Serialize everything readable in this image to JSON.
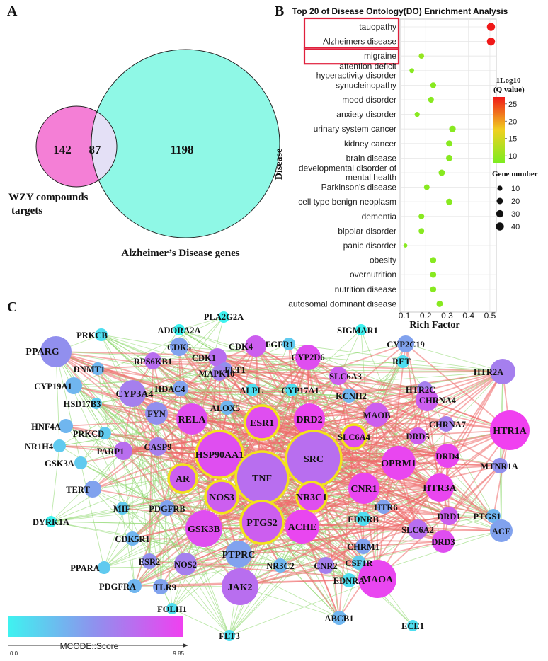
{
  "panel_labels": {
    "a": "A",
    "b": "B",
    "c": "C"
  },
  "venn": {
    "left_only": "142",
    "overlap": "87",
    "right_only": "1198",
    "left_label_line1": "WZY compounds",
    "left_label_line2": "targets",
    "right_label": "Alzheimer’s Disease genes",
    "colors": {
      "left": "#f47fd6",
      "overlap": "#e4e0f6",
      "right": "#8ff8e6"
    }
  },
  "chart_data": {
    "type": "scatter",
    "title": "Top 20 of Disease Ontology(DO) Enrichment Analysis",
    "xlabel": "Rich Factor",
    "ylabel": "Disease",
    "xlim": [
      0.08,
      0.53
    ],
    "xticks": [
      "0.1",
      "0.2",
      "0.3",
      "0.4",
      "0.5"
    ],
    "categories": [
      "tauopathy",
      "Alzheimers disease",
      "migraine",
      "attention deficit\nhyperactivity disorder",
      "synucleinopathy",
      "mood disorder",
      "anxiety disorder",
      "urinary system cancer",
      "kidney cancer",
      "brain disease",
      "developmental disorder of\nmental health",
      "Parkinson's disease",
      "cell type benign neoplasm",
      "dementia",
      "bipolar disorder",
      "panic disorder",
      "obesity",
      "overnutrition",
      "nutrition disease",
      "autosomal dominant disease"
    ],
    "highlighted": [
      "tauopathy",
      "Alzheimers disease",
      "migraine"
    ],
    "points": [
      {
        "x": 0.505,
        "q": 27,
        "genes": 40
      },
      {
        "x": 0.505,
        "q": 27,
        "genes": 40
      },
      {
        "x": 0.18,
        "q": 10,
        "genes": 12
      },
      {
        "x": 0.135,
        "q": 9,
        "genes": 8
      },
      {
        "x": 0.235,
        "q": 9,
        "genes": 16
      },
      {
        "x": 0.225,
        "q": 9,
        "genes": 15
      },
      {
        "x": 0.16,
        "q": 9,
        "genes": 10
      },
      {
        "x": 0.325,
        "q": 9,
        "genes": 22
      },
      {
        "x": 0.31,
        "q": 9,
        "genes": 20
      },
      {
        "x": 0.31,
        "q": 9,
        "genes": 20
      },
      {
        "x": 0.275,
        "q": 9,
        "genes": 20
      },
      {
        "x": 0.205,
        "q": 9,
        "genes": 14
      },
      {
        "x": 0.31,
        "q": 9,
        "genes": 20
      },
      {
        "x": 0.18,
        "q": 9,
        "genes": 14
      },
      {
        "x": 0.18,
        "q": 9,
        "genes": 14
      },
      {
        "x": 0.105,
        "q": 9,
        "genes": 4
      },
      {
        "x": 0.235,
        "q": 9,
        "genes": 18
      },
      {
        "x": 0.235,
        "q": 9,
        "genes": 18
      },
      {
        "x": 0.235,
        "q": 9,
        "genes": 18
      },
      {
        "x": 0.265,
        "q": 9,
        "genes": 20
      }
    ],
    "color_legend": {
      "title_line1": "-1Log10",
      "title_line2": "(Q value)",
      "ticks": [
        "25",
        "20",
        "15",
        "10"
      ],
      "values": [
        25,
        20,
        15,
        10
      ],
      "range": [
        8,
        27
      ],
      "low_color": "#7cec20",
      "high_color": "#f01818"
    },
    "size_legend": {
      "title": "Gene number",
      "values": [
        10,
        20,
        30,
        40
      ],
      "labels": [
        "10",
        "20",
        "30",
        "40"
      ]
    },
    "grid": true,
    "colors": {
      "highlight_box": "#e0203c",
      "panel_bg": "#ffffff"
    }
  },
  "network": {
    "colorbar_label": "MCODE::Score",
    "colorbar_min": "0.0",
    "colorbar_max": "9.85",
    "colorbar_colors": [
      "#3ff2f0",
      "#9090ee",
      "#f040f0"
    ],
    "edge_colors": {
      "strong": "#ee6a6a",
      "weak": "#8fd86f"
    },
    "core_ring_color": "#f2e21c",
    "nodes": [
      {
        "name": "PLA2G2A",
        "score": 0,
        "size": 8
      },
      {
        "name": "ADORA2A",
        "score": 0,
        "size": 8
      },
      {
        "name": "PRKCB",
        "score": 1,
        "size": 9
      },
      {
        "name": "SIGMAR1",
        "score": 0,
        "size": 8
      },
      {
        "name": "CDK5",
        "score": 4,
        "size": 13
      },
      {
        "name": "FGFR1",
        "score": 2,
        "size": 9
      },
      {
        "name": "CYP2C19",
        "score": 4,
        "size": 12
      },
      {
        "name": "PPARG",
        "score": 5,
        "size": 22
      },
      {
        "name": "CDK4",
        "score": 8,
        "size": 15
      },
      {
        "name": "CYP2D6",
        "score": 9,
        "size": 18
      },
      {
        "name": "RPS6KB1",
        "score": 7,
        "size": 12
      },
      {
        "name": "CDK1",
        "score": 7,
        "size": 13
      },
      {
        "name": "RET",
        "score": 1,
        "size": 9
      },
      {
        "name": "DNMT1",
        "score": 3,
        "size": 9
      },
      {
        "name": "FLT1",
        "score": 5,
        "size": 10
      },
      {
        "name": "MAPK10",
        "score": 6,
        "size": 11
      },
      {
        "name": "SLC6A3",
        "score": 8,
        "size": 13
      },
      {
        "name": "HTR2A",
        "score": 6,
        "size": 18
      },
      {
        "name": "CYP19A1",
        "score": 3,
        "size": 12
      },
      {
        "name": "CYP3A4",
        "score": 6,
        "size": 19
      },
      {
        "name": "HDAC4",
        "score": 4,
        "size": 11
      },
      {
        "name": "ALPL",
        "score": 1,
        "size": 9
      },
      {
        "name": "CYP17A1",
        "score": 1,
        "size": 9
      },
      {
        "name": "HTR2C",
        "score": 6,
        "size": 11
      },
      {
        "name": "FYN",
        "score": 5,
        "size": 16
      },
      {
        "name": "KCNH2",
        "score": 3,
        "size": 10
      },
      {
        "name": "CHRNA4",
        "score": 8,
        "size": 16
      },
      {
        "name": "HSD17B3",
        "score": 2,
        "size": 8
      },
      {
        "name": "ALOX5",
        "score": 3,
        "size": 10
      },
      {
        "name": "RELA",
        "score": 9,
        "size": 22
      },
      {
        "name": "ESR1",
        "score": 9,
        "size": 24,
        "core": true
      },
      {
        "name": "DRD2",
        "score": 9.5,
        "size": 22
      },
      {
        "name": "MAOB",
        "score": 8,
        "size": 17
      },
      {
        "name": "HNF4A",
        "score": 3,
        "size": 10
      },
      {
        "name": "PRKCD",
        "score": 2,
        "size": 9
      },
      {
        "name": "CHRNA7",
        "score": 6,
        "size": 11
      },
      {
        "name": "NR1H4",
        "score": 2,
        "size": 9
      },
      {
        "name": "CASP9",
        "score": 6,
        "size": 13
      },
      {
        "name": "HSP90AA1",
        "score": 9,
        "size": 33,
        "core": true
      },
      {
        "name": "SLC6A4",
        "score": 9,
        "size": 17,
        "core": true
      },
      {
        "name": "DRD5",
        "score": 8,
        "size": 12
      },
      {
        "name": "HTR1A",
        "score": 9.85,
        "size": 28
      },
      {
        "name": "PARP1",
        "score": 7,
        "size": 13
      },
      {
        "name": "GSK3A",
        "score": 2,
        "size": 9
      },
      {
        "name": "SRC",
        "score": 7,
        "size": 39,
        "core": true
      },
      {
        "name": "DRD4",
        "score": 9.5,
        "size": 17
      },
      {
        "name": "OPRM1",
        "score": 9.5,
        "size": 24
      },
      {
        "name": "MTNR1A",
        "score": 5,
        "size": 11
      },
      {
        "name": "AR",
        "score": 8,
        "size": 20,
        "core": true
      },
      {
        "name": "TNF",
        "score": 7,
        "size": 37,
        "core": true
      },
      {
        "name": "TERT",
        "score": 4,
        "size": 12
      },
      {
        "name": "NOS3",
        "score": 8,
        "size": 23,
        "core": true
      },
      {
        "name": "NR3C1",
        "score": 9,
        "size": 21,
        "core": true
      },
      {
        "name": "CNR1",
        "score": 9.5,
        "size": 22
      },
      {
        "name": "HTR3A",
        "score": 9.5,
        "size": 20
      },
      {
        "name": "MIF",
        "score": 2,
        "size": 9
      },
      {
        "name": "PDGFRB",
        "score": 4,
        "size": 11
      },
      {
        "name": "DYRK1A",
        "score": 0,
        "size": 8
      },
      {
        "name": "HTR6",
        "score": 4,
        "size": 10
      },
      {
        "name": "DRD1",
        "score": 8,
        "size": 13
      },
      {
        "name": "PTGS1",
        "score": 3,
        "size": 10
      },
      {
        "name": "PTGS2",
        "score": 8,
        "size": 30,
        "core": true
      },
      {
        "name": "EDNRB",
        "score": 1,
        "size": 10
      },
      {
        "name": "GSK3B",
        "score": 9,
        "size": 26
      },
      {
        "name": "ACHE",
        "score": 9.5,
        "size": 24
      },
      {
        "name": "SLC6A2",
        "score": 7,
        "size": 14
      },
      {
        "name": "ACE",
        "score": 4,
        "size": 16
      },
      {
        "name": "CDK5R1",
        "score": 3,
        "size": 10
      },
      {
        "name": "DRD3",
        "score": 9,
        "size": 16
      },
      {
        "name": "ESR2",
        "score": 5,
        "size": 11
      },
      {
        "name": "CHRM1",
        "score": 4,
        "size": 11
      },
      {
        "name": "PPARA",
        "score": 2,
        "size": 9
      },
      {
        "name": "NOS2",
        "score": 6,
        "size": 16
      },
      {
        "name": "PTPRC",
        "score": 4,
        "size": 19
      },
      {
        "name": "CNR2",
        "score": 6,
        "size": 12
      },
      {
        "name": "NR3C2",
        "score": 3,
        "size": 10
      },
      {
        "name": "CSF1R",
        "score": 2,
        "size": 10
      },
      {
        "name": "PDGFRA",
        "score": 3,
        "size": 10
      },
      {
        "name": "TLR9",
        "score": 4,
        "size": 11
      },
      {
        "name": "JAK2",
        "score": 7,
        "size": 26
      },
      {
        "name": "EDNRA",
        "score": 1,
        "size": 10
      },
      {
        "name": "MAOA",
        "score": 9.5,
        "size": 27
      },
      {
        "name": "FOLH1",
        "score": 1,
        "size": 8
      },
      {
        "name": "ABCB1",
        "score": 3,
        "size": 10
      },
      {
        "name": "ECE1",
        "score": 1,
        "size": 8
      },
      {
        "name": "FLT3",
        "score": 1,
        "size": 8
      }
    ]
  }
}
